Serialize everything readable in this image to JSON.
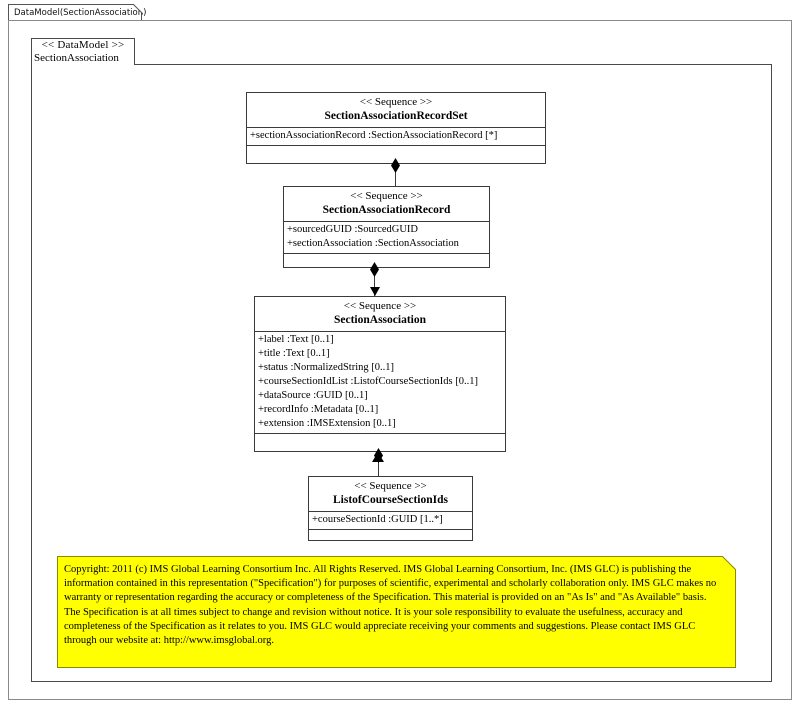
{
  "diagram": {
    "tab_label": "DataModel(SectionAssociation)",
    "package": {
      "stereotype": "<< DataModel >>",
      "name": "SectionAssociation"
    }
  },
  "classes": [
    {
      "id": "section-association-record-set",
      "stereotype": "<< Sequence >>",
      "name": "SectionAssociationRecordSet",
      "attributes": [
        "+sectionAssociationRecord  :SectionAssociationRecord  [*]"
      ],
      "operations": []
    },
    {
      "id": "section-association-record",
      "stereotype": "<< Sequence >>",
      "name": "SectionAssociationRecord",
      "attributes": [
        "+sourcedGUID :SourcedGUID",
        "+sectionAssociation  :SectionAssociation"
      ],
      "operations": []
    },
    {
      "id": "section-association",
      "stereotype": "<< Sequence >>",
      "name": "SectionAssociation",
      "attributes": [
        "+label :Text [0..1]",
        "+title  :Text [0..1]",
        "+status :NormalizedString  [0..1]",
        "+courseSectionIdList  :ListofCourseSectionIds  [0..1]",
        "+dataSource :GUID [0..1]",
        "+recordInfo :Metadata [0..1]",
        "+extension :IMSExtension  [0..1]"
      ],
      "operations": []
    },
    {
      "id": "listof-course-section-ids",
      "stereotype": "<< Sequence >>",
      "name": "ListofCourseSectionIds",
      "attributes": [
        "+courseSectionId :GUID [1..*]"
      ],
      "operations": []
    }
  ],
  "connectors": [
    {
      "name": "composition-recordset-to-record",
      "type": "composition",
      "from": "section-association-record-set",
      "to": "section-association-record"
    },
    {
      "name": "composition-record-to-association",
      "type": "composition-directed",
      "from": "section-association-record",
      "to": "section-association"
    },
    {
      "name": "composition-association-to-listids",
      "type": "composition",
      "from": "section-association",
      "to": "listof-course-section-ids"
    }
  ],
  "note": {
    "name": "copyright-note",
    "text": "Copyright: 2011 (c) IMS Global Learning Consortium Inc.  All Rights Reserved.  IMS Global Learning Consortium, Inc. (IMS GLC) is publishing the information contained in this representation (\"Specification\") for purposes of scientific, experimental and scholarly collaboration only.  IMS GLC makes no warranty or representation regarding  the accuracy or completeness of the Specification.  This material is provided on an \"As Is\" and \"As Available\" basis.  The Specification is at all times subject to change and revision without notice.  It is your sole responsibility to evaluate the usefulness, accuracy and completeness of the Specification as it relates to you.  IMS GLC would appreciate receiving your comments and suggestions.  Please contact IMS GLC through our website at: http://www.imsglobal.org.",
    "background_color": "#ffff00"
  }
}
